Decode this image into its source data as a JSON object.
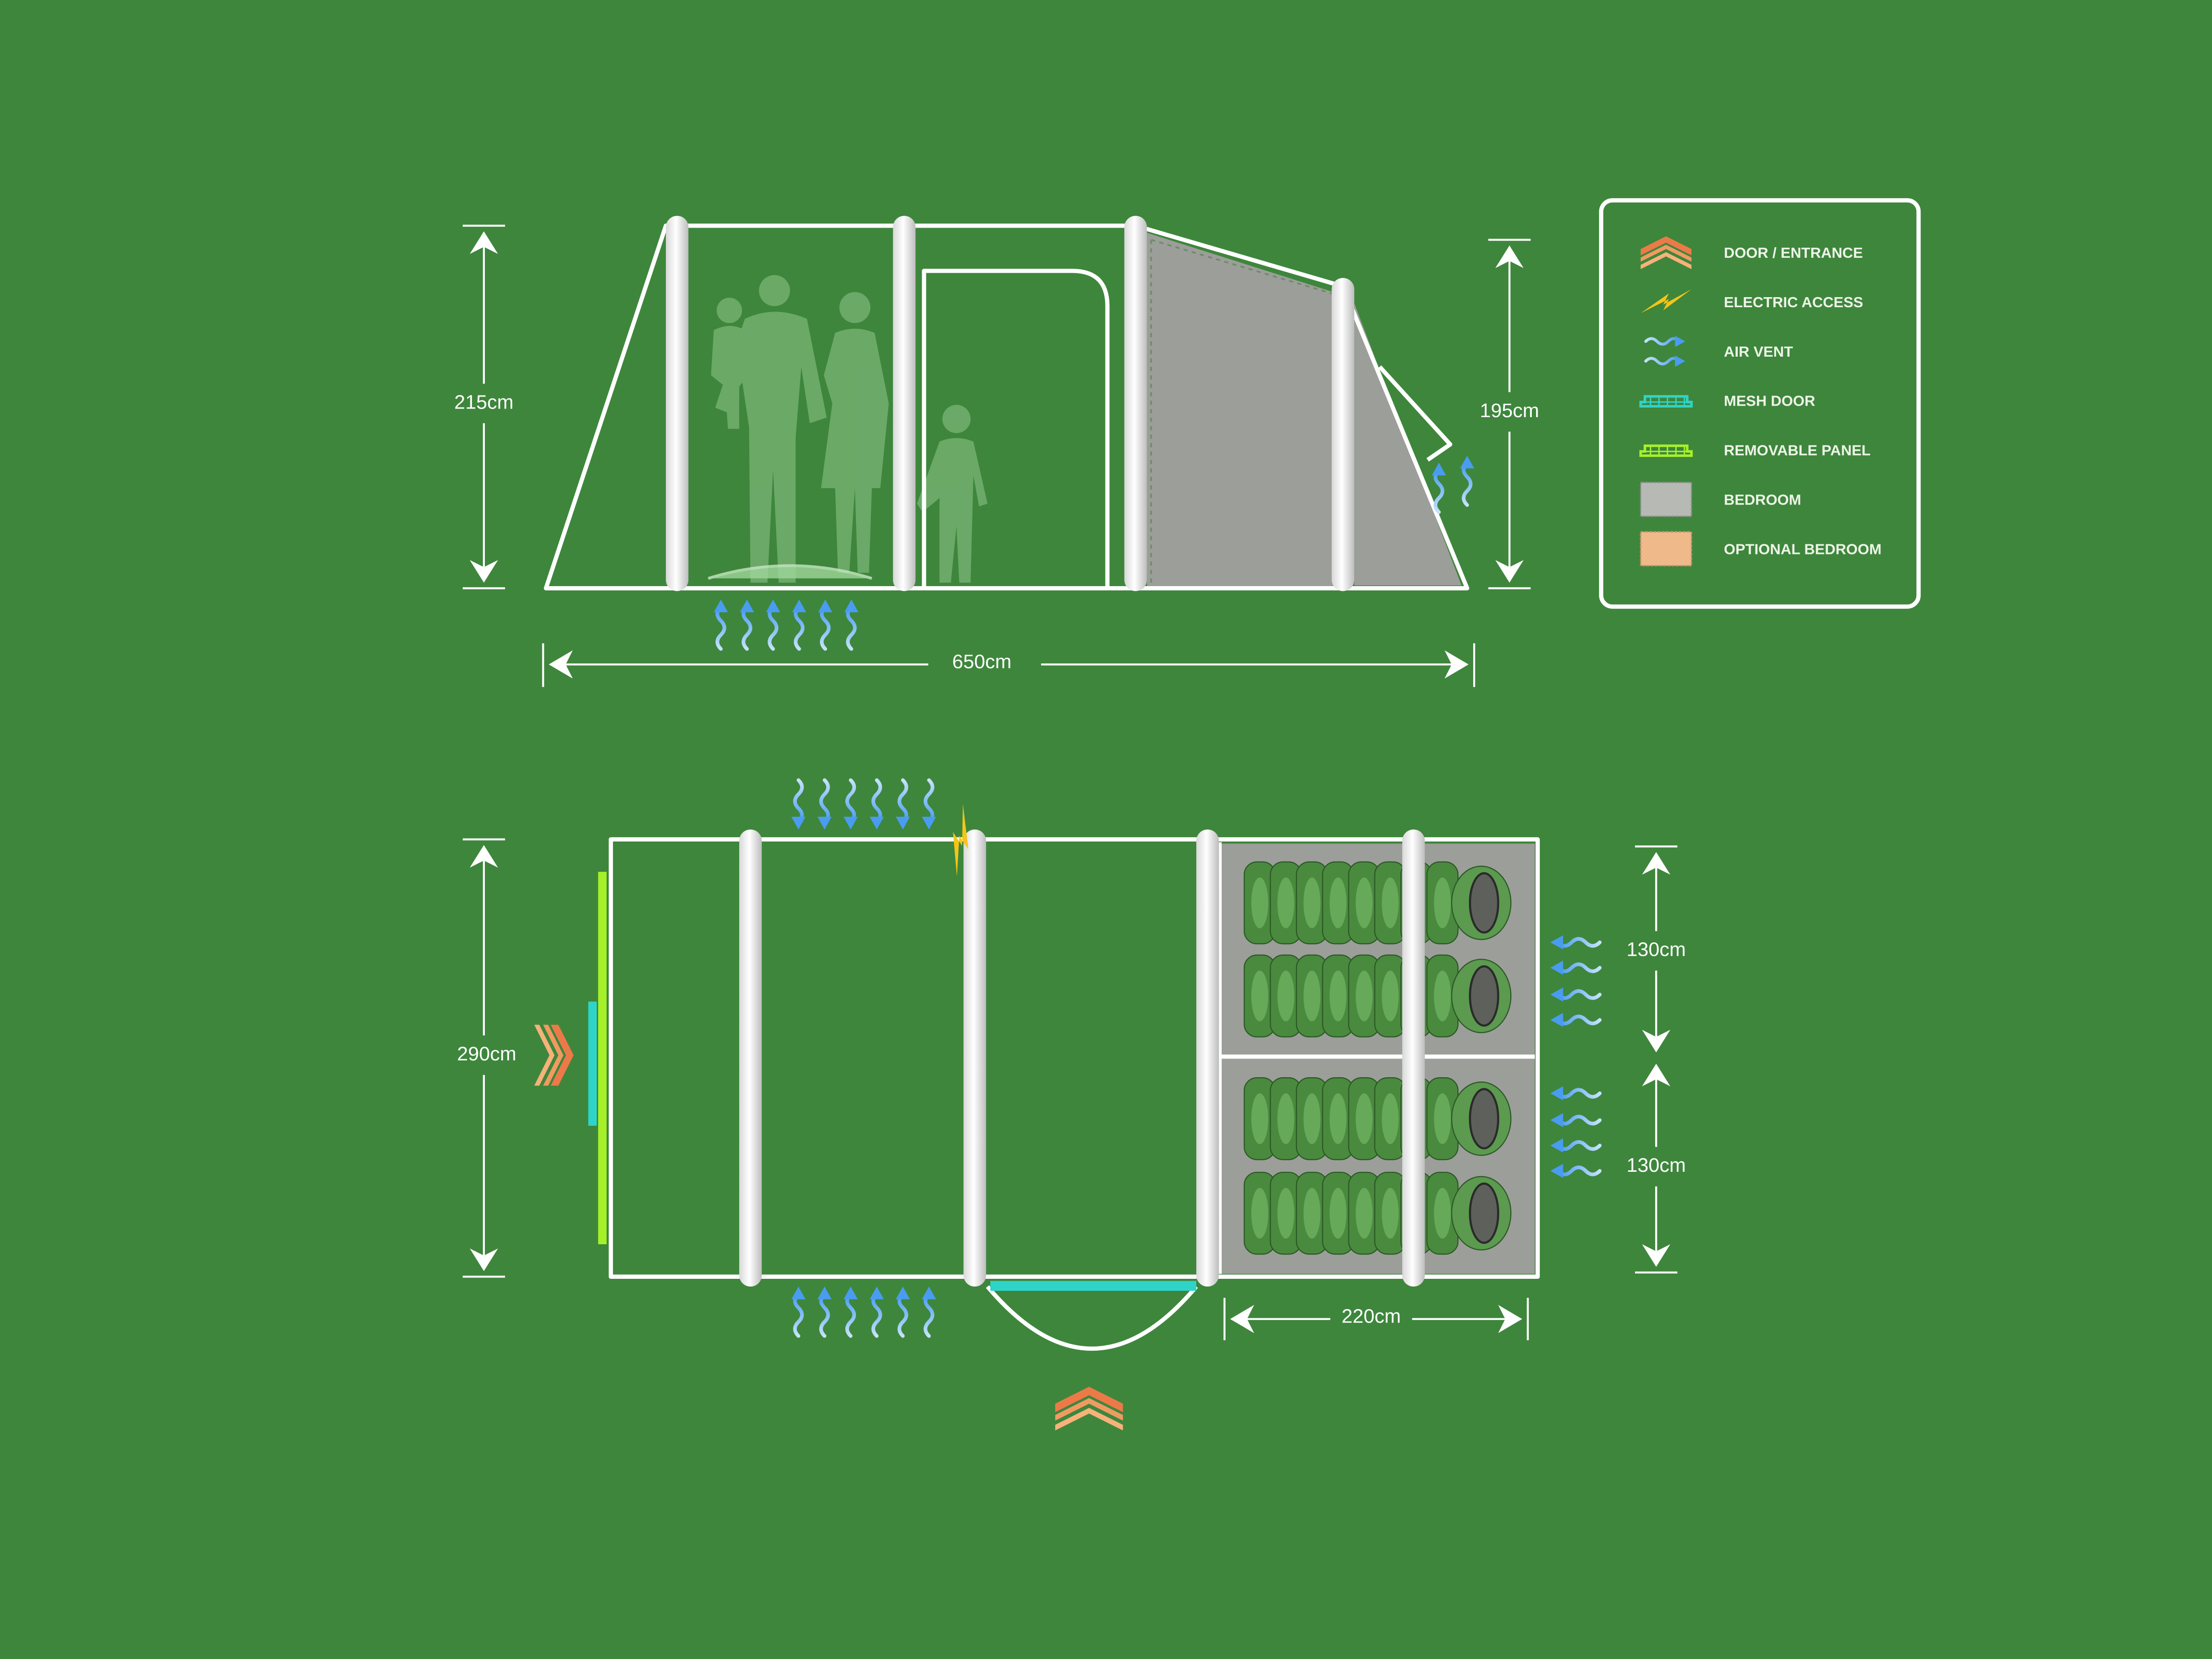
{
  "side_view": {
    "front_height": "215cm",
    "rear_height": "195cm",
    "length": "650cm"
  },
  "floor_plan": {
    "width": "290cm",
    "bedroom_1_width": "130cm",
    "bedroom_2_width": "130cm",
    "bedroom_depth": "220cm"
  },
  "legend": {
    "items": [
      {
        "label": "DOOR / ENTRANCE",
        "icon": "door-entrance-icon"
      },
      {
        "label": "ELECTRIC ACCESS",
        "icon": "electric-access-icon"
      },
      {
        "label": "AIR VENT",
        "icon": "air-vent-icon"
      },
      {
        "label": "MESH DOOR",
        "icon": "mesh-door-icon"
      },
      {
        "label": "REMOVABLE PANEL",
        "icon": "removable-panel-icon"
      },
      {
        "label": "BEDROOM",
        "icon": "bedroom-swatch-icon"
      },
      {
        "label": "OPTIONAL BEDROOM",
        "icon": "optional-bedroom-swatch-icon"
      }
    ]
  },
  "colors": {
    "background": "#3e863c",
    "bedroom": "#9c9e9a",
    "optional_bedroom": "#f0b98a",
    "door": "#ee8a52",
    "electric": "#f5c518",
    "vent": "#5aa8f2",
    "mesh": "#2fd4c8",
    "removable_panel": "#a6f02a"
  }
}
